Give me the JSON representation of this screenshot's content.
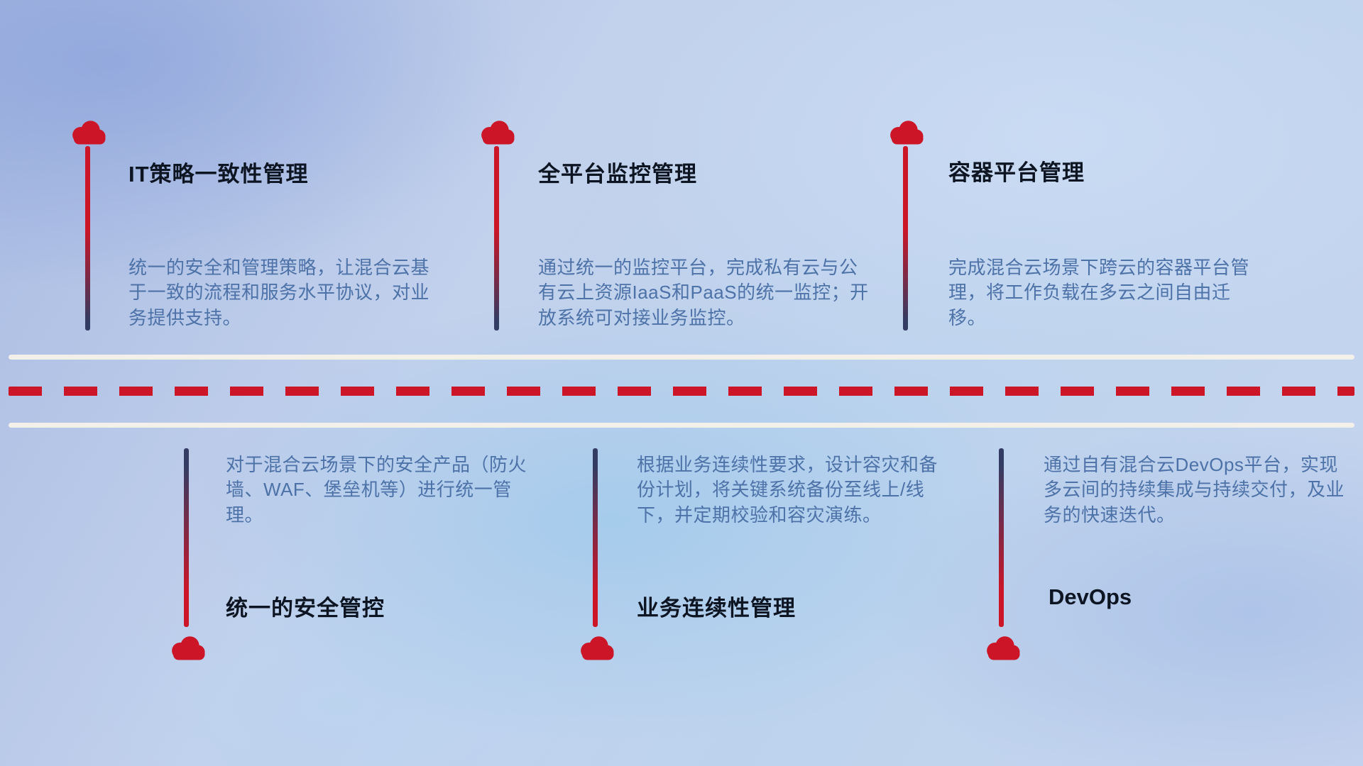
{
  "colors": {
    "accent-red": "#cc1527",
    "line-navy": "#333c63",
    "title-color": "#0d1522",
    "desc-color": "#4d72a8",
    "divider-white": "#f3efe9"
  },
  "top_items": [
    {
      "title": "IT策略一致性管理",
      "description": "统一的安全和管理策略，让混合云基于一致的流程和服务水平协议，对业务提供支持。"
    },
    {
      "title": "全平台监控管理",
      "description": "通过统一的监控平台，完成私有云与公有云上资源IaaS和PaaS的统一监控；开放系统可对接业务监控。"
    },
    {
      "title": "容器平台管理",
      "description": "完成混合云场景下跨云的容器平台管理，将工作负载在多云之间自由迁移。"
    }
  ],
  "bottom_items": [
    {
      "title": "统一的安全管控",
      "description": "对于混合云场景下的安全产品（防火墙、WAF、堡垒机等）进行统一管理。"
    },
    {
      "title": "业务连续性管理",
      "description": "根据业务连续性要求，设计容灾和备份计划，将关键系统备份至线上/线下，并定期校验和容灾演练。"
    },
    {
      "title": "DevOps",
      "description": "通过自有混合云DevOps平台，实现多云间的持续集成与持续交付，及业务的快速迭代。"
    }
  ]
}
